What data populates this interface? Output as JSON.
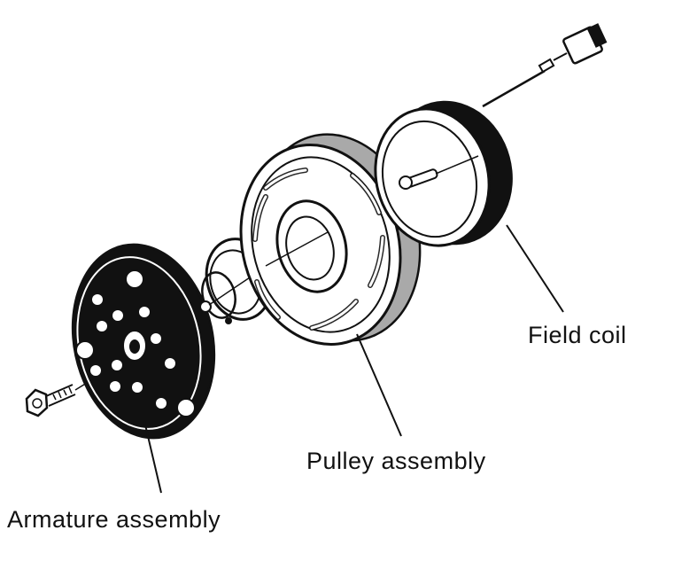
{
  "labels": {
    "field_coil": "Field coil",
    "pulley_assembly": "Pulley assembly",
    "armature_assembly": "Armature assembly"
  },
  "colors": {
    "ink": "#111111",
    "pulley_band": "#a9a9a9",
    "background": "#ffffff"
  }
}
